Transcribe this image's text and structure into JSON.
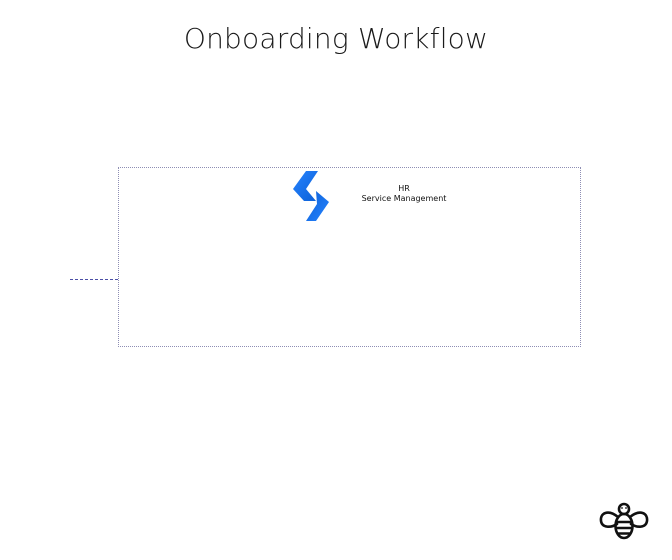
{
  "title": "Onboarding Workflow",
  "node": {
    "label_line1": "HR",
    "label_line2": "Service Management",
    "icon": "jira-service-management-icon"
  },
  "logo": {
    "icon": "bee-logo-icon"
  },
  "colors": {
    "title": "#1a1a1a",
    "group_border": "#8e8eb4",
    "connector": "#4b4fa6",
    "icon_blue_dark": "#0c5fd6",
    "icon_blue_light": "#2684ff",
    "logo": "#111111"
  }
}
